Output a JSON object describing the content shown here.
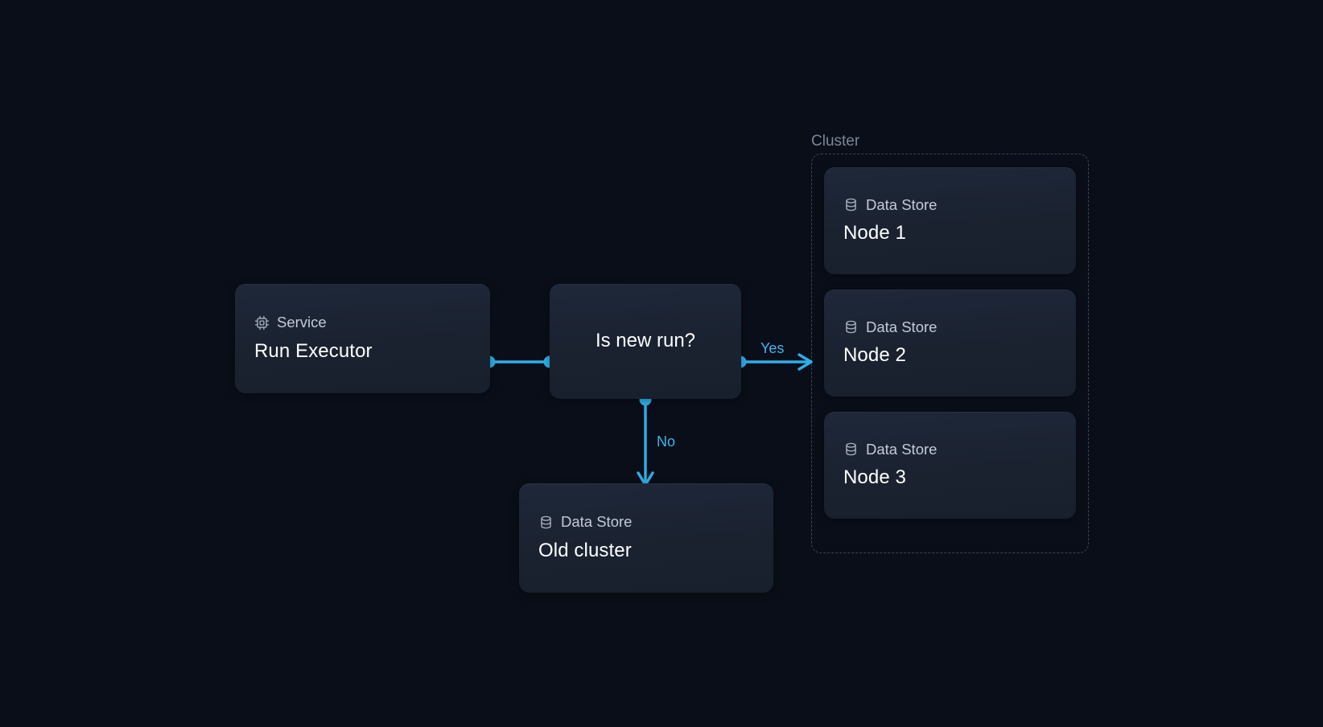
{
  "theme": {
    "background": "#0a0e18",
    "node_fill": "#1b2433",
    "node_title_color": "#ffffff",
    "node_type_color": "#c3cbd8",
    "accent": "#2eaee9",
    "cluster_border": "#39465c",
    "cluster_label_color": "#7c8598"
  },
  "diagram": {
    "service_node": {
      "type_label": "Service",
      "type_icon": "cpu-chip-icon",
      "title": "Run Executor"
    },
    "decision_node": {
      "label": "Is new run?"
    },
    "old_cluster_node": {
      "type_label": "Data Store",
      "type_icon": "database-icon",
      "title": "Old cluster"
    },
    "cluster": {
      "label": "Cluster",
      "nodes": [
        {
          "type_label": "Data Store",
          "type_icon": "database-icon",
          "title": "Node 1"
        },
        {
          "type_label": "Data Store",
          "type_icon": "database-icon",
          "title": "Node 2"
        },
        {
          "type_label": "Data Store",
          "type_icon": "database-icon",
          "title": "Node 3"
        }
      ]
    },
    "edges": [
      {
        "name": "executor-to-decision",
        "label": "",
        "from": "Run Executor",
        "to": "Is new run?"
      },
      {
        "name": "decision-yes-to-cluster",
        "label": "Yes",
        "from": "Is new run?",
        "to": "Cluster"
      },
      {
        "name": "decision-no-to-old-cluster",
        "label": "No",
        "from": "Is new run?",
        "to": "Old cluster"
      }
    ]
  }
}
